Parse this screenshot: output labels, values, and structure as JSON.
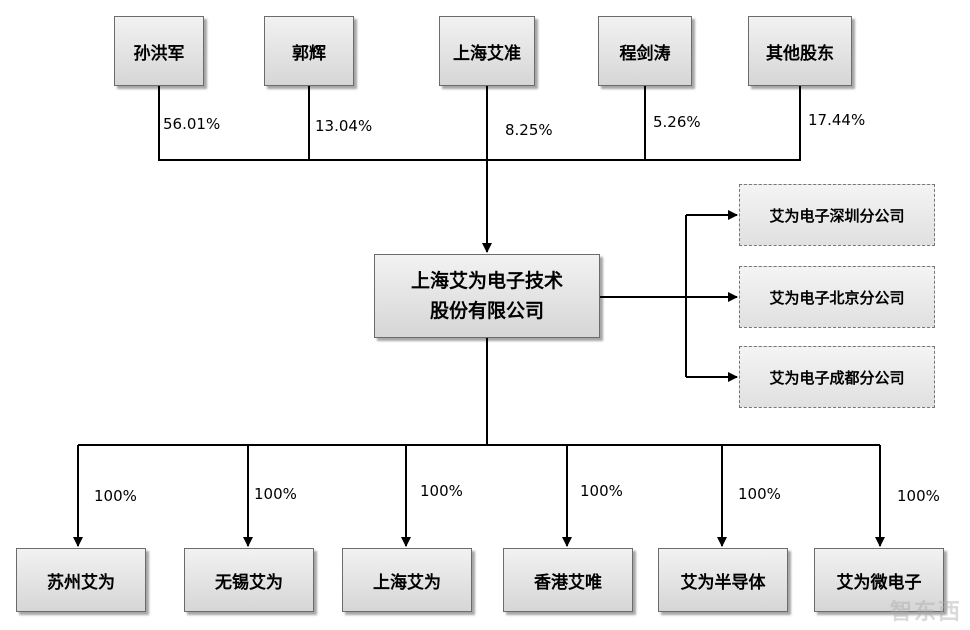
{
  "shareholders": [
    {
      "name": "孙洪军",
      "pct": "56.01%"
    },
    {
      "name": "郭辉",
      "pct": "13.04%"
    },
    {
      "name": "上海艾准",
      "pct": "8.25%"
    },
    {
      "name": "程剑涛",
      "pct": "5.26%"
    },
    {
      "name": "其他股东",
      "pct": "17.44%"
    }
  ],
  "company": {
    "name": "上海艾为电子技术\n股份有限公司"
  },
  "branches": [
    "艾为电子深圳分公司",
    "艾为电子北京分公司",
    "艾为电子成都分公司"
  ],
  "subsidiaries": [
    {
      "name": "苏州艾为",
      "pct": "100%"
    },
    {
      "name": "无锡艾为",
      "pct": "100%"
    },
    {
      "name": "上海艾为",
      "pct": "100%"
    },
    {
      "name": "香港艾唯",
      "pct": "100%"
    },
    {
      "name": "艾为半导体",
      "pct": "100%"
    },
    {
      "name": "艾为微电子",
      "pct": "100%"
    }
  ],
  "watermark": "智东西"
}
